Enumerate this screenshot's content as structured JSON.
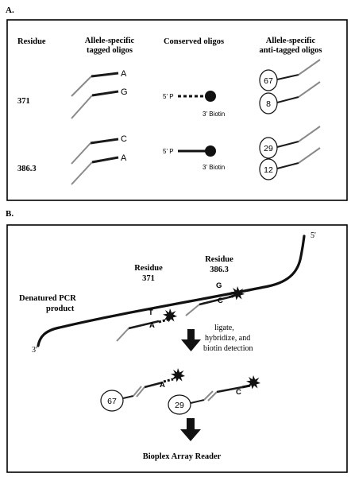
{
  "panel_a": {
    "label": "A.",
    "headers": {
      "residue": "Residue",
      "tagged_1": "Allele-specific",
      "tagged_2": "tagged oligos",
      "conserved": "Conserved oligos",
      "anti_1": "Allele-specific",
      "anti_2": "anti-tagged oligos"
    },
    "rows": [
      {
        "residue": "371",
        "alleles": [
          "A",
          "G"
        ],
        "five_p": "5' P",
        "three_biotin": "3' Biotin",
        "tags": [
          "67",
          "8"
        ]
      },
      {
        "residue": "386.3",
        "alleles": [
          "C",
          "A"
        ],
        "five_p": "5' P",
        "three_biotin": "3' Biotin",
        "tags": [
          "29",
          "12"
        ]
      }
    ]
  },
  "panel_b": {
    "label": "B.",
    "residue_word": "Residue",
    "residue_a": "371",
    "residue_b": "386.3",
    "denatured_1": "Denatured PCR",
    "denatured_2": "product",
    "five_prime": "5'",
    "three_prime": "3'",
    "base_t": "T",
    "base_a": "A",
    "base_g": "G",
    "base_c": "C",
    "step_1": "ligate,",
    "step_2": "hybridize, and",
    "step_3": "biotin detection",
    "tag_a": "67",
    "tag_b": "29",
    "product_a": "A",
    "product_c": "C",
    "reader": "Bioplex Array Reader"
  },
  "colors": {
    "dark_strand": "#1a1a1a",
    "light_strand": "#8a8a8a",
    "frame": "#000000"
  }
}
